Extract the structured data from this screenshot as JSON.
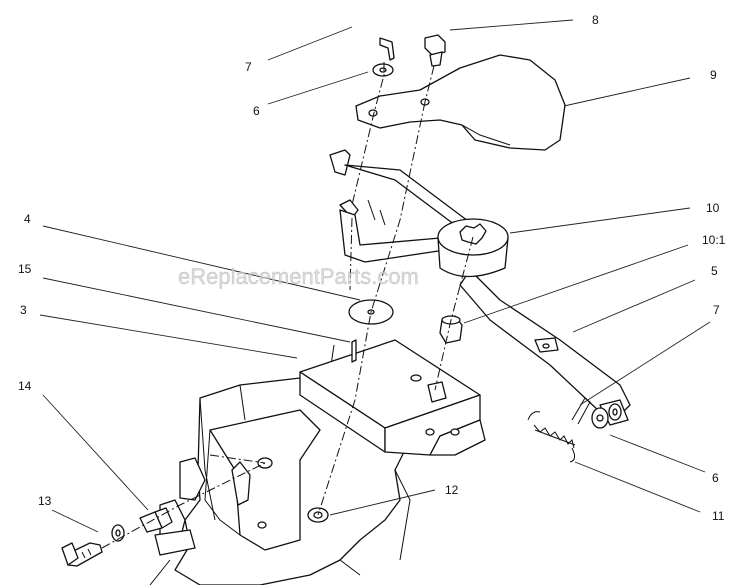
{
  "watermark": "eReplacementParts.com",
  "callouts": {
    "c8": "8",
    "c7a": "7",
    "c9": "9",
    "c6a": "6",
    "c10": "10",
    "c4": "4",
    "c10_1": "10:1",
    "c15": "15",
    "c5": "5",
    "c3": "3",
    "c7b": "7",
    "c14": "14",
    "c6b": "6",
    "c13": "13",
    "c12": "12",
    "c11": "11"
  }
}
